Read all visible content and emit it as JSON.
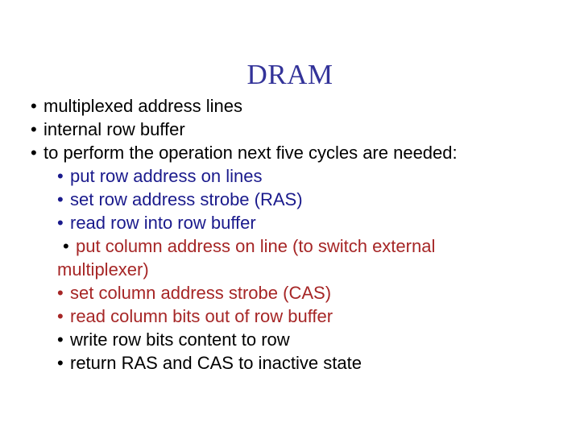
{
  "slide": {
    "title": "DRAM",
    "title_color": "#333399",
    "background_color": "#ffffff",
    "bullet_glyph": "•",
    "lines": [
      {
        "level": 1,
        "text": "multiplexed address lines",
        "text_color": "#000000",
        "bullet_color": "#000000",
        "has_bullet": true
      },
      {
        "level": 1,
        "text": "internal row buffer",
        "text_color": "#000000",
        "bullet_color": "#000000",
        "has_bullet": true
      },
      {
        "level": 1,
        "text": "to perform the operation next five cycles are needed:",
        "text_color": "#000000",
        "bullet_color": "#000000",
        "has_bullet": true
      },
      {
        "level": 2,
        "text": "put row address on lines",
        "text_color": "#1a1a8c",
        "bullet_color": "#1a1a8c",
        "has_bullet": true
      },
      {
        "level": 2,
        "text": "set row address strobe (RAS)",
        "text_color": "#1a1a8c",
        "bullet_color": "#1a1a8c",
        "has_bullet": true
      },
      {
        "level": 2,
        "text": "read row into row buffer",
        "text_color": "#1a1a8c",
        "bullet_color": "#1a1a8c",
        "has_bullet": true
      },
      {
        "level": 2,
        "text": "put column address on line (to switch external",
        "text_color": "#a62626",
        "bullet_color": "#000000",
        "has_bullet": true
      },
      {
        "level": 2,
        "text": "multiplexer)",
        "text_color": "#a62626",
        "bullet_color": "#a62626",
        "has_bullet": false
      },
      {
        "level": 2,
        "text": "set column address strobe (CAS)",
        "text_color": "#a62626",
        "bullet_color": "#a62626",
        "has_bullet": true
      },
      {
        "level": 2,
        "text": "read column bits out of row buffer",
        "text_color": "#a62626",
        "bullet_color": "#a62626",
        "has_bullet": true
      },
      {
        "level": 2,
        "text": "write row bits content to row",
        "text_color": "#000000",
        "bullet_color": "#000000",
        "has_bullet": true
      },
      {
        "level": 2,
        "text": "return RAS and CAS to inactive state",
        "text_color": "#000000",
        "bullet_color": "#000000",
        "has_bullet": true
      }
    ]
  }
}
